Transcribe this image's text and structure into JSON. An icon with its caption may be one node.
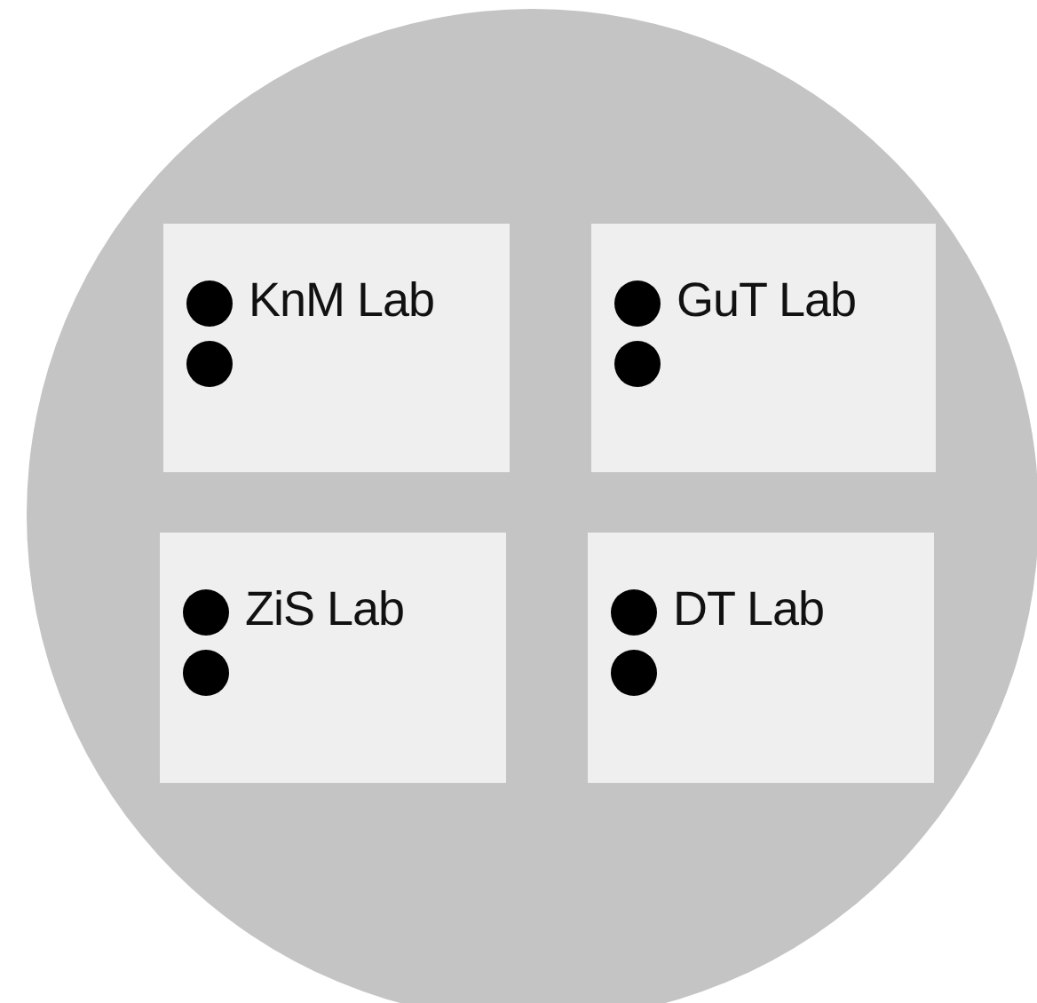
{
  "diagram": {
    "nodes": [
      {
        "text": [],
        "shape": "circle"
      },
      {
        "text": [
          "KnM Lab"
        ],
        "in": 0
      },
      {
        "text": [
          "GuT Lab"
        ],
        "in": 0
      },
      {
        "text": [
          "ZiS Lab"
        ],
        "in": 0
      },
      {
        "text": [
          "DT Lab"
        ],
        "in": 0
      }
    ]
  }
}
